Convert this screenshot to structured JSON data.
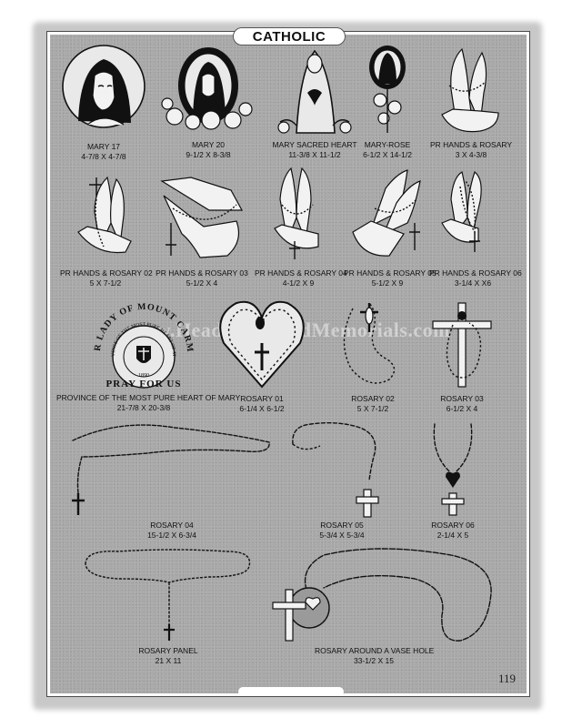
{
  "header": {
    "title": "CATHOLIC"
  },
  "watermark": "www.HeadstonesandMemorials.com",
  "page_number": "119",
  "items": [
    {
      "name": "MARY 17",
      "size": "4-7/8 X 4-7/8",
      "icon": "mary-portrait"
    },
    {
      "name": "MARY 20",
      "size": "9-1/2 X 8-3/8",
      "icon": "mary-with-roses"
    },
    {
      "name": "MARY SACRED HEART",
      "size": "11-3/8 X 11-1/2",
      "icon": "mary-sacred-heart"
    },
    {
      "name": "MARY-ROSE",
      "size": "6-1/2 X 14-1/2",
      "icon": "mary-rose"
    },
    {
      "name": "PR  HANDS & ROSARY",
      "size": "3 X 4-3/8",
      "icon": "praying-hands-rosary"
    },
    {
      "name": "PR HANDS &  ROSARY 02",
      "size": "5 X 7-1/2",
      "icon": "praying-hands-rosary"
    },
    {
      "name": "PR HANDS &  ROSARY 03",
      "size": "5-1/2 X 4",
      "icon": "praying-hands-rosary"
    },
    {
      "name": "PR HANDS & ROSARY 04",
      "size": "4-1/2 X 9",
      "icon": "praying-hands-rosary"
    },
    {
      "name": "PR HANDS & ROSARY 05",
      "size": "5-1/2  X 9",
      "icon": "praying-hands-rosary"
    },
    {
      "name": "PR  HANDS & ROSARY 06",
      "size": "3-1/4 X X6",
      "icon": "praying-hands-rosary"
    },
    {
      "name": "PROVINCE OF THE MOST PURE HEART OF MARY",
      "size": "21-7/8 X 20-3/8",
      "icon": "province-seal"
    },
    {
      "name": "ROSARY 01",
      "size": "6-1/4 X 6-1/2",
      "icon": "rosary-heart"
    },
    {
      "name": "ROSARY 02",
      "size": "5 X 7-1/2",
      "icon": "rosary-crucifix"
    },
    {
      "name": "ROSARY 03",
      "size": "6-1/2 X 4",
      "icon": "rosary-cross"
    },
    {
      "name": "ROSARY 04",
      "size": "15-1/2 X 6-3/4",
      "icon": "rosary-long"
    },
    {
      "name": "ROSARY 05",
      "size": "5-3/4 X 5-3/4",
      "icon": "rosary-loop"
    },
    {
      "name": "ROSARY 06",
      "size": "2-1/4 X 5",
      "icon": "rosary-heart-pendant"
    },
    {
      "name": "ROSARY PANEL",
      "size": "21 X 11",
      "icon": "rosary-panel"
    },
    {
      "name": "ROSARY AROUND A VASE HOLE",
      "size": "33-1/2 X 15",
      "icon": "rosary-vase-hole"
    }
  ],
  "seal": {
    "top_text": "OUR LADY OF MOUNT CARMEL",
    "inner_text": "PROVINCE OF THE MOST PURE HEART OF MARY",
    "year": "1890",
    "bottom_text": "PRAY FOR US"
  }
}
